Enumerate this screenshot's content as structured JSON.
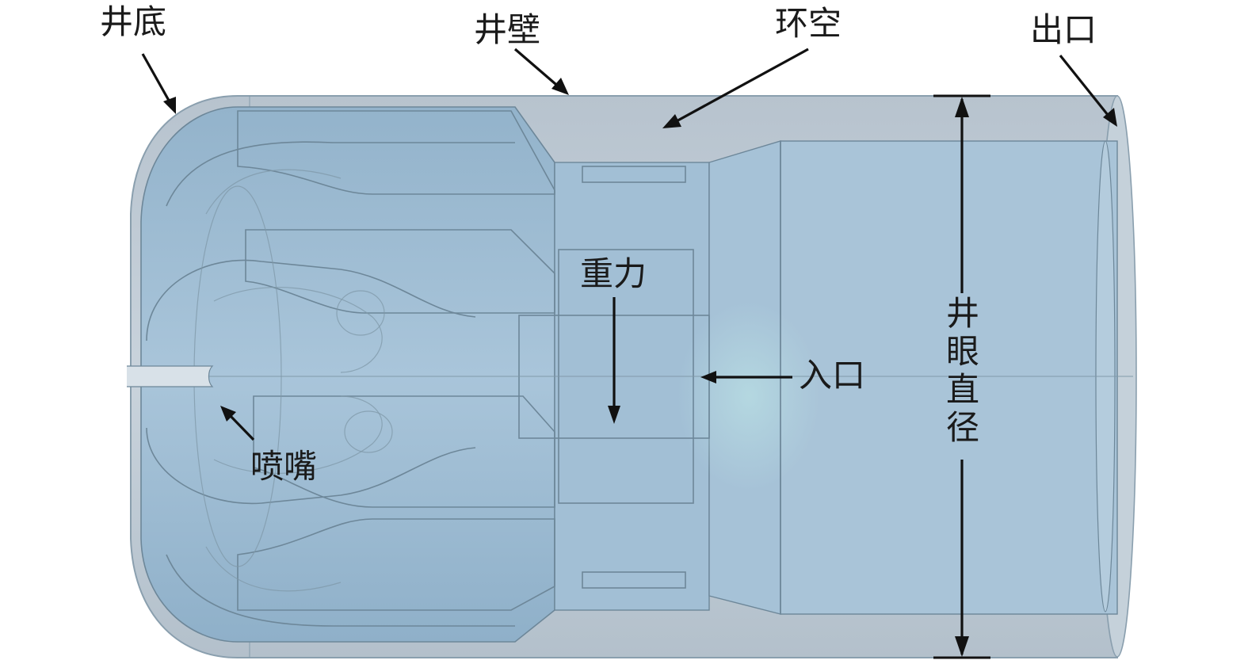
{
  "labels": {
    "bottom": "井底",
    "wall": "井壁",
    "annulus": "环空",
    "outlet": "出口",
    "gravity": "重力",
    "inlet": "入口",
    "nozzle": "喷嘴",
    "diameter": [
      "井",
      "眼",
      "直",
      "径"
    ]
  },
  "colors": {
    "shell": "#c2cdd7",
    "body": "#9fbdd4",
    "body_dark": "#86a8c2",
    "edge": "#6d8799",
    "arrow": "#111111",
    "text": "#1a1a1a"
  }
}
